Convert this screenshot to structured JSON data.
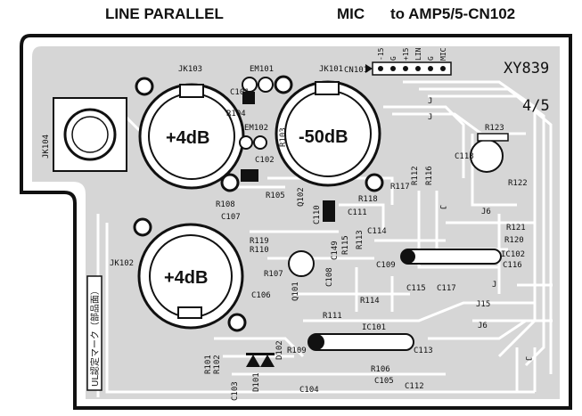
{
  "header": {
    "line_parallel": "LINE PARALLEL",
    "mic": "MIC",
    "to_amp": "to AMP5/5-CN102"
  },
  "board": {
    "id": "XY839",
    "page": "4/5",
    "connector": {
      "ref": "CN101",
      "pins": [
        "-15",
        "G",
        "+15",
        "LIN",
        "G",
        "MIC"
      ]
    },
    "jacks": {
      "jk101": {
        "ref": "JK101",
        "gain": "-50dB"
      },
      "jk102": {
        "ref": "JK102",
        "gain": "+4dB"
      },
      "jk103": {
        "ref": "JK103",
        "gain": "+4dB"
      },
      "jk104": {
        "ref": "JK104"
      }
    },
    "ic101": "IC101",
    "ic102": "IC102",
    "em101": "EM101",
    "em102": "EM102",
    "q101": "Q101",
    "q102": "Q102",
    "d101": "D101",
    "d102": "D102",
    "resistors": [
      "R101",
      "R102",
      "R103",
      "R104",
      "R105",
      "R106",
      "R107",
      "R108",
      "R109",
      "R110",
      "R111",
      "R112",
      "R113",
      "R114",
      "R115",
      "R116",
      "R117",
      "R118",
      "R119",
      "R120",
      "R121",
      "R122",
      "R123"
    ],
    "capacitors": [
      "C101",
      "C102",
      "C103",
      "C104",
      "C105",
      "C106",
      "C107",
      "C108",
      "C109",
      "C110",
      "C111",
      "C112",
      "C113",
      "C114",
      "C115",
      "C116",
      "C117",
      "C118",
      "C149"
    ],
    "jumpers": [
      "J",
      "J",
      "J",
      "J",
      "J6",
      "J6",
      "J15",
      "J"
    ],
    "side_marking": "UL認定マーク（部品面）"
  },
  "colors": {
    "board": "#d6d6d6",
    "trace": "#ffffff",
    "ink": "#111111"
  }
}
